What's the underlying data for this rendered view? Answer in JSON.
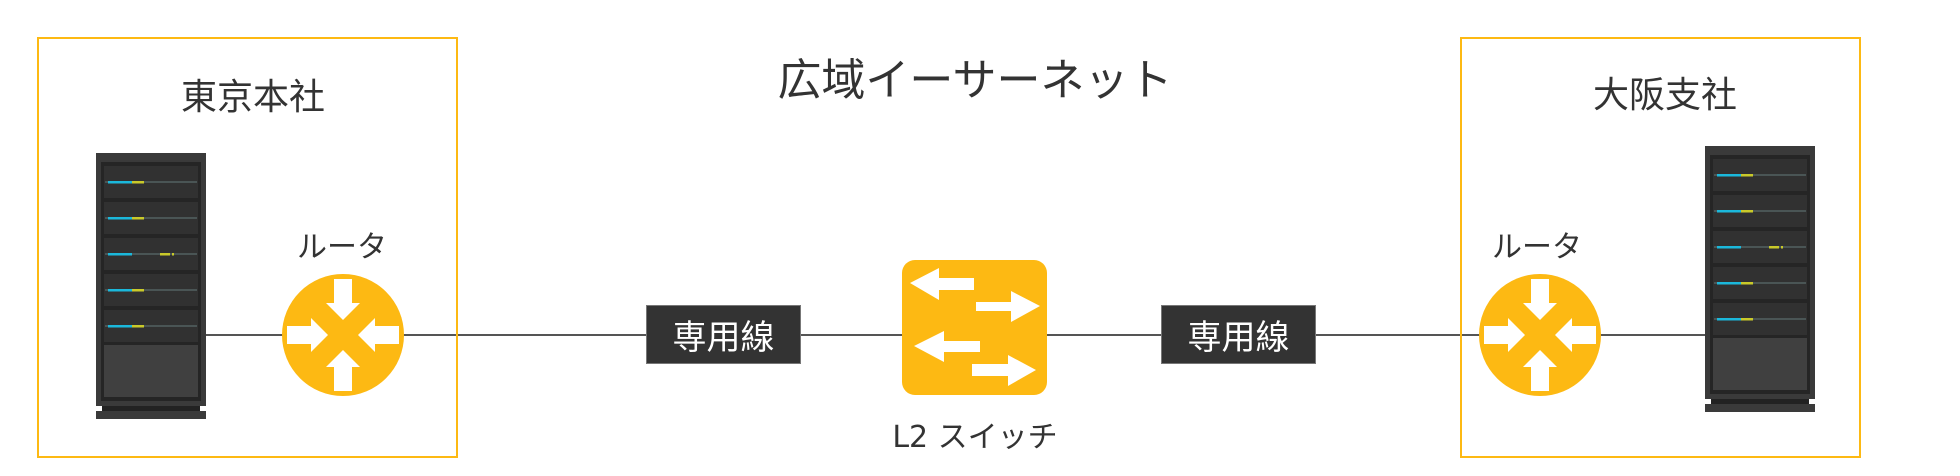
{
  "title": "広域イーサーネット",
  "sites": {
    "left": {
      "name": "東京本社",
      "router_label": "ルータ"
    },
    "right": {
      "name": "大阪支社",
      "router_label": "ルータ"
    }
  },
  "links": {
    "left_label": "専用線",
    "right_label": "専用線"
  },
  "switch": {
    "label": "L2 スイッチ"
  },
  "colors": {
    "accent": "#FDB913",
    "server": "#333333",
    "line": "#555555",
    "tag_bg": "#333333"
  }
}
